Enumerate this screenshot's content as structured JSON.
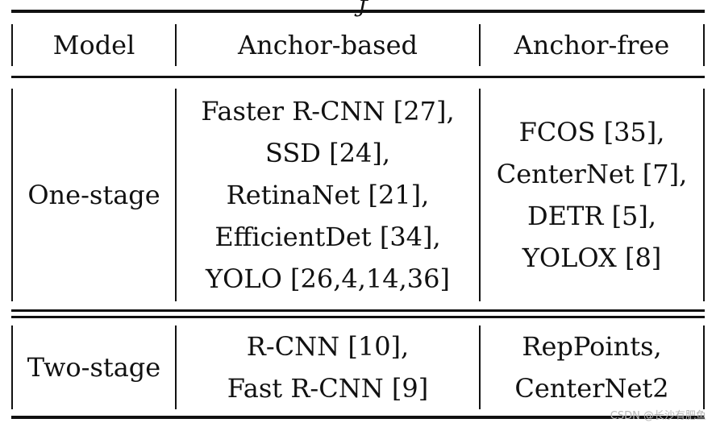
{
  "table": {
    "headers": [
      "Model",
      "Anchor-based",
      "Anchor-free"
    ],
    "rows": [
      {
        "model": "One-stage",
        "anchor_based": [
          "Faster R-CNN [27],",
          "SSD [24],",
          "RetinaNet [21],",
          "EfficientDet [34],",
          "YOLO [26,4,14,36]"
        ],
        "anchor_free": [
          "FCOS [35],",
          "CenterNet [7],",
          "DETR [5],",
          "YOLOX [8]"
        ]
      },
      {
        "model": "Two-stage",
        "anchor_based": [
          "R-CNN [10],",
          "Fast R-CNN [9]"
        ],
        "anchor_free": [
          "RepPoints,",
          "CenterNet2"
        ]
      }
    ]
  },
  "watermark": "CSDN @长沙有肥鱼"
}
